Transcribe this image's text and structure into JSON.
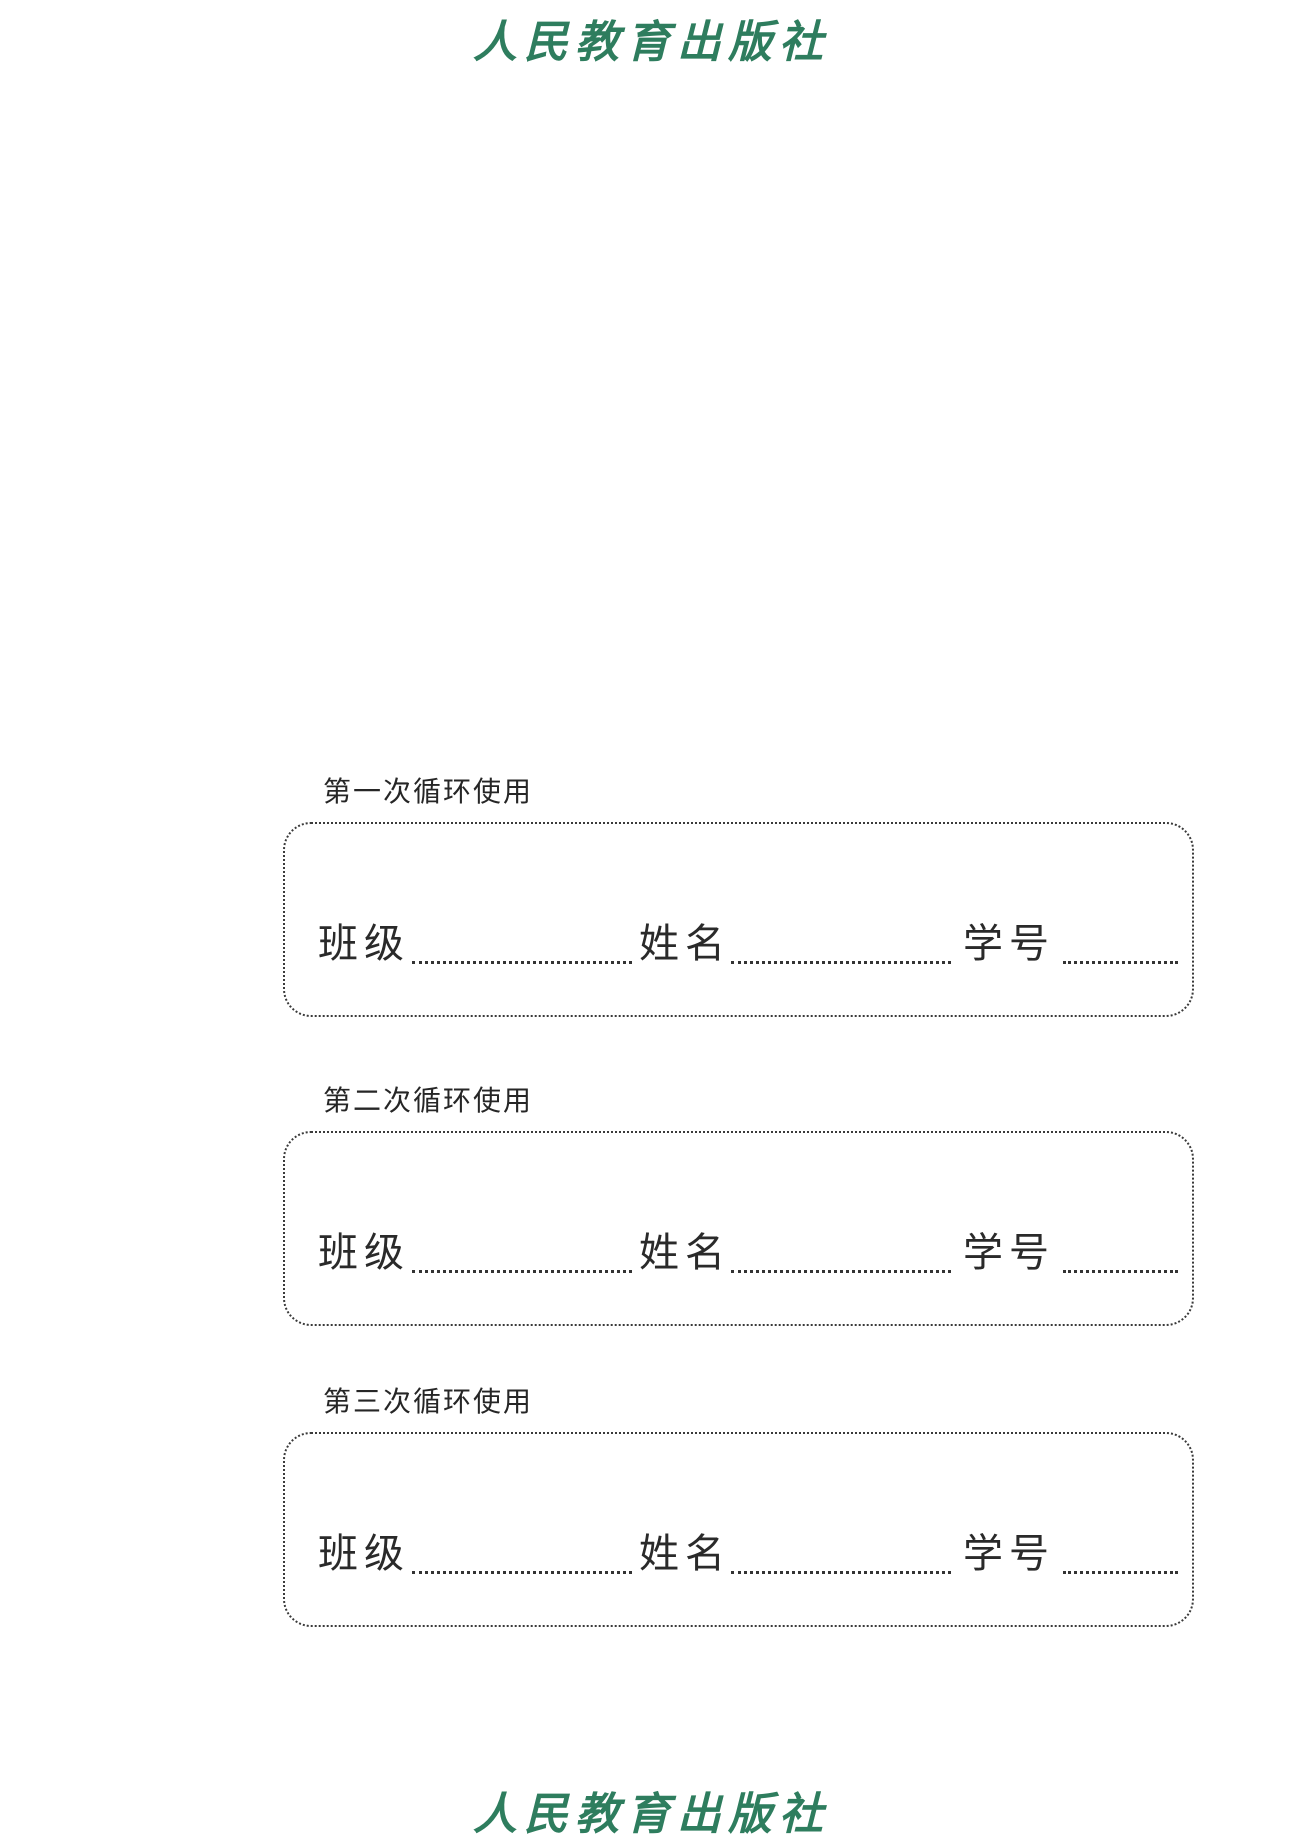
{
  "publisher": {
    "logo_text": "人民教育出版社",
    "logo_color": "#2e7d5e"
  },
  "fields": {
    "class_label": "班级",
    "name_label": "姓名",
    "student_no_label": "学号"
  },
  "sections": [
    {
      "label": "第一次循环使用"
    },
    {
      "label": "第二次循环使用"
    },
    {
      "label": "第三次循环使用"
    }
  ],
  "colors": {
    "text": "#262626",
    "border_dots": "#3a3a3a",
    "background": "#ffffff"
  }
}
